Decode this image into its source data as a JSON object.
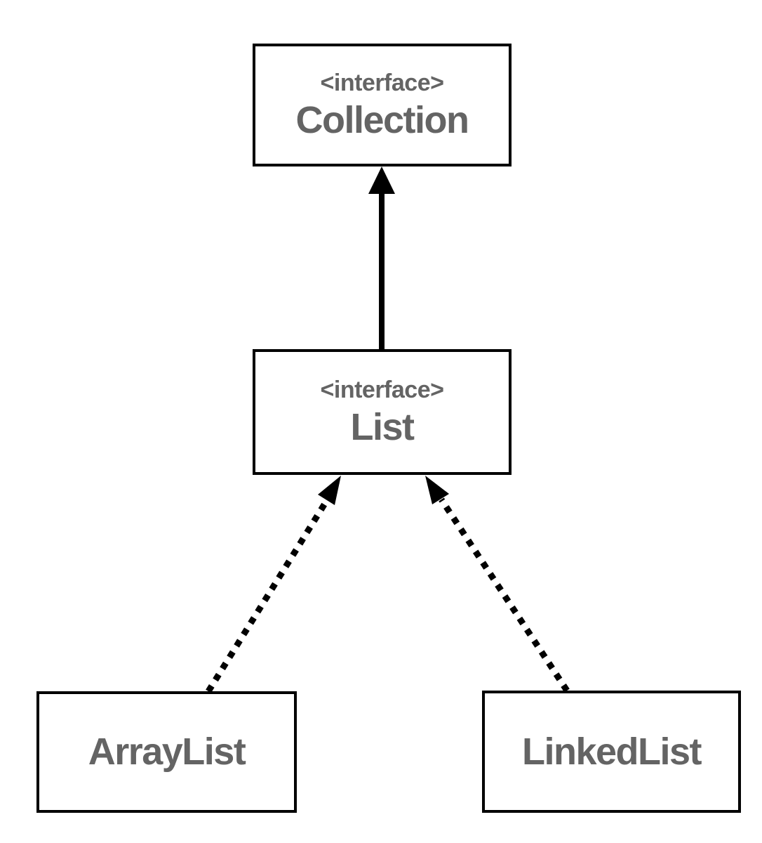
{
  "diagram": {
    "kind": "uml-class-diagram",
    "background": "#ffffff"
  },
  "colors": {
    "box_border": "#000000",
    "label_text": "#646464",
    "arrow": "#000000",
    "background": "#ffffff"
  },
  "nodes": [
    {
      "stereotype": "<interface>",
      "name": "Collection"
    },
    {
      "stereotype": "<interface>",
      "name": "List"
    },
    {
      "name": "ArrayList"
    },
    {
      "name": "LinkedList"
    }
  ],
  "edges": [
    {
      "from": "List",
      "to": "Collection",
      "line": "solid",
      "arrowhead": "filled-triangle"
    },
    {
      "from": "ArrayList",
      "to": "List",
      "line": "dashed",
      "arrowhead": "filled-triangle"
    },
    {
      "from": "LinkedList",
      "to": "List",
      "line": "dashed",
      "arrowhead": "filled-triangle"
    }
  ]
}
